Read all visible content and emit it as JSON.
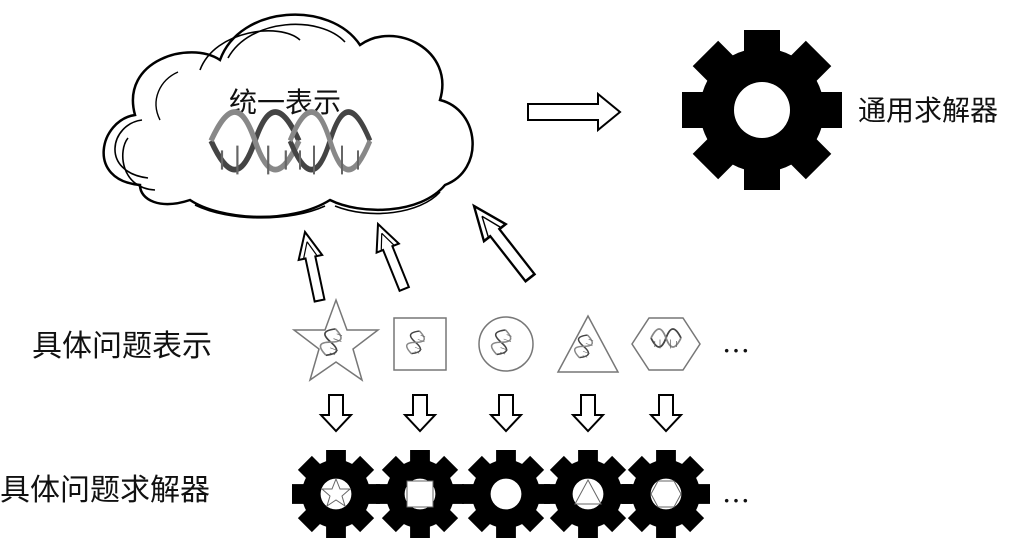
{
  "cloud": {
    "label": "统一表示"
  },
  "general_solver": {
    "label": "通用求解器"
  },
  "rows": {
    "representations_label": "具体问题表示",
    "solvers_label": "具体问题求解器",
    "ellipsis": "…"
  },
  "shapes": [
    "star",
    "square",
    "circle",
    "triangle",
    "hexagon"
  ],
  "colors": {
    "ink": "#000000",
    "line": "#333333",
    "shape_stroke": "#777777"
  }
}
